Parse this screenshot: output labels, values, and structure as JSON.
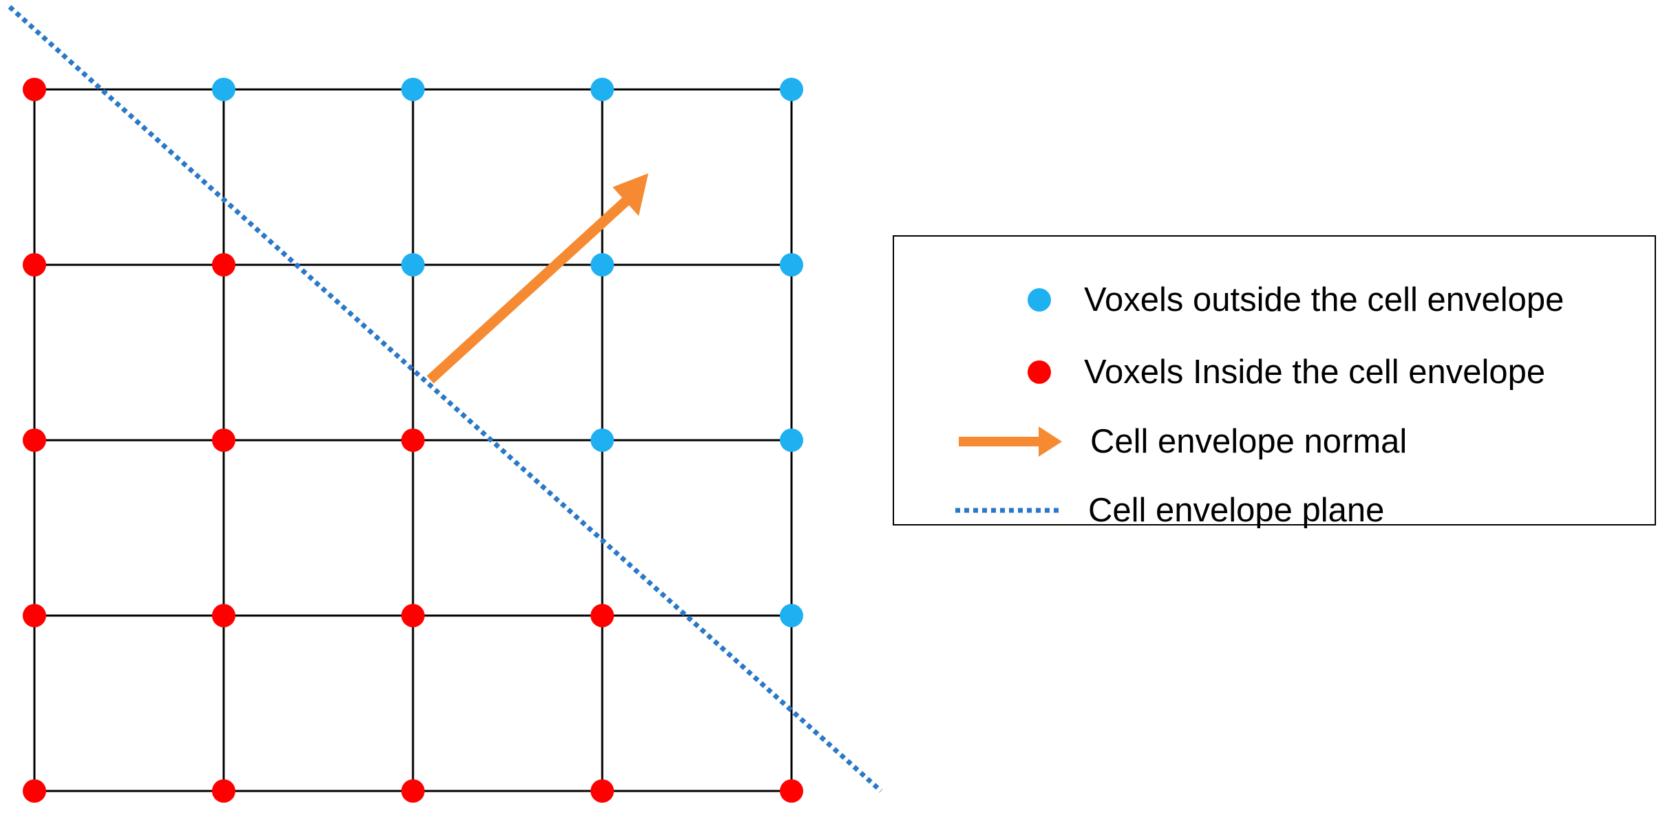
{
  "diagram": {
    "colors": {
      "outside": "#1eb0f0",
      "inside": "#ff0000",
      "normal_arrow": "#f58a32",
      "plane": "#2a78c8",
      "grid": "#000000"
    },
    "grid": {
      "rows": 5,
      "cols": 5,
      "voxel_states": [
        [
          "inside",
          "outside",
          "outside",
          "outside",
          "outside"
        ],
        [
          "inside",
          "inside",
          "outside",
          "outside",
          "outside"
        ],
        [
          "inside",
          "inside",
          "inside",
          "outside",
          "outside"
        ],
        [
          "inside",
          "inside",
          "inside",
          "inside",
          "outside"
        ],
        [
          "inside",
          "inside",
          "inside",
          "inside",
          "inside"
        ]
      ]
    },
    "legend": {
      "items": [
        {
          "symbol": "outside-dot",
          "label": "Voxels outside the cell envelope"
        },
        {
          "symbol": "inside-dot",
          "label": "Voxels Inside the cell envelope"
        },
        {
          "symbol": "normal-arrow",
          "label": "Cell envelope normal"
        },
        {
          "symbol": "plane-line",
          "label": "Cell envelope plane"
        }
      ]
    }
  }
}
